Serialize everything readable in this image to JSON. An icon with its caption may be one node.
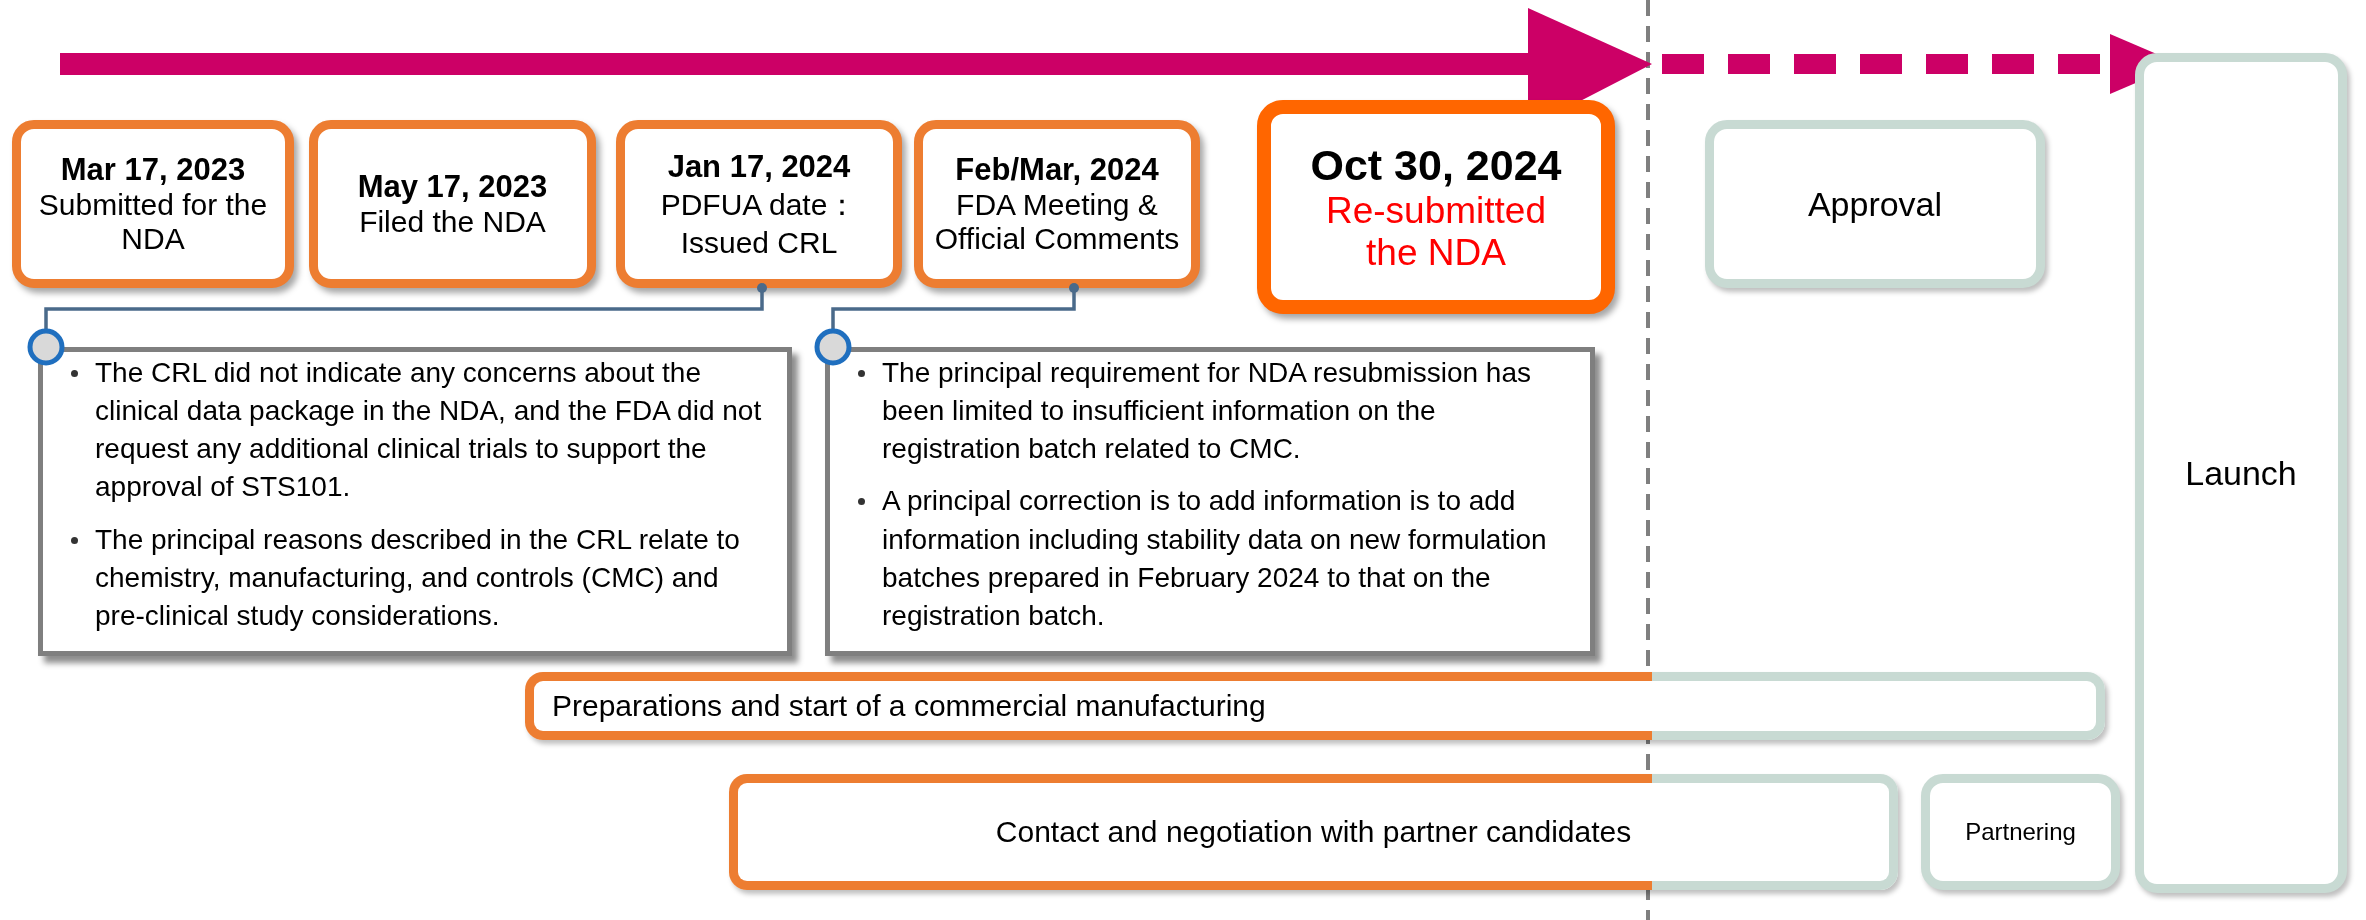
{
  "diagram": {
    "nodes": [
      {
        "text": [
          "Mar 17, 2023",
          "Submitted for the NDA"
        ]
      },
      {
        "text": [
          "May 17, 2023",
          "Filed the NDA"
        ]
      },
      {
        "text": [
          "Jan 17, 2024",
          "PDFUA date：Issued CRL"
        ]
      },
      {
        "text": [
          "Feb/Mar, 2024",
          "FDA Meeting & Official Comments"
        ]
      },
      {
        "text": [
          "Oct 30, 2024",
          "Re-submitted the NDA"
        ]
      },
      {
        "text": [
          "Approval"
        ]
      },
      {
        "text": [
          "Launch"
        ]
      },
      {
        "text": [
          "The CRL did not indicate any concerns about the clinical data package in the NDA, and the FDA did not request any additional clinical trials to support the approval of STS101.",
          "The principal reasons described in the CRL relate to chemistry, manufacturing, and controls (CMC) and pre-clinical study considerations."
        ]
      },
      {
        "text": [
          "The principal requirement for NDA resubmission has been limited to insufficient information on the registration batch related to CMC.",
          "A principal correction is to add information is to add information including stability data on new formulation batches prepared in February 2024 to that on the registration batch."
        ]
      },
      {
        "text": [
          "Preparations and start of a commercial manufacturing"
        ]
      },
      {
        "text": [
          "Contact and negotiation with partner candidates"
        ]
      },
      {
        "text": [
          "Partnering"
        ]
      }
    ],
    "edges": [
      {
        "from": 2,
        "to": 7,
        "arrow": "other"
      },
      {
        "from": 3,
        "to": 8,
        "arrow": "other"
      }
    ]
  }
}
